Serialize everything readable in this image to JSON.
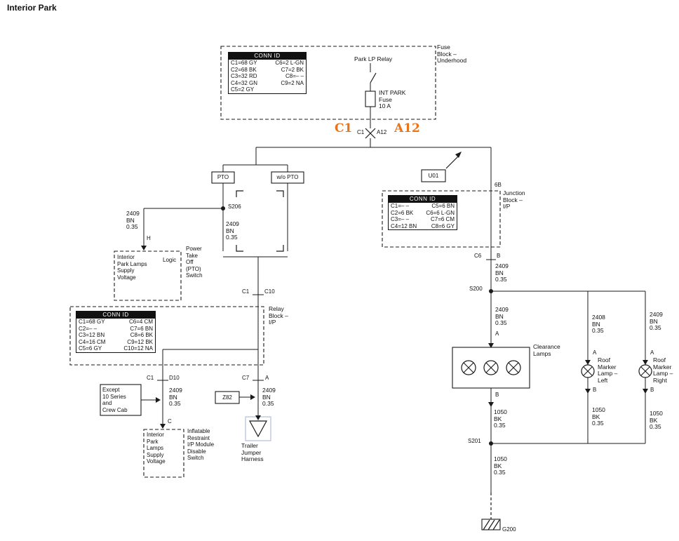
{
  "title": "Interior Park",
  "colors": {
    "accent": "#e8731a",
    "line": "#1a1a1a",
    "highlight_box": "#b3bfd9"
  },
  "fuse_block": {
    "block_label": "Fuse\nBlock –\nUnderhood",
    "conn_header": "CONN ID",
    "conn_rows": [
      {
        "l": "C1=68 GY",
        "r": "C6=2 L-GN"
      },
      {
        "l": "C2=68 BK",
        "r": "C7=2 BK"
      },
      {
        "l": "C3=32 RD",
        "r": "C8=– –"
      },
      {
        "l": "C4=32 GN",
        "r": "C9=2 NA"
      },
      {
        "l": "C5=2 GY",
        "r": ""
      }
    ],
    "relay_label": "Park LP Relay",
    "fuse_label": "INT PARK\nFuse\n10 A"
  },
  "main_connector": {
    "big_left": "C1",
    "pin_left": "C1",
    "pin_right": "A12",
    "big_right": "A12"
  },
  "left": {
    "pto": "PTO",
    "wo_pto": "w/o PTO",
    "s206": "S206",
    "h_pin": "H",
    "supply_box1": "Interior\nPark Lamps\nSupply\nVoltage",
    "logic": "Logic",
    "pto_switch": "Power\nTake\nOff\n(PTO)\nSwitch",
    "conn_c1": "C1",
    "conn_c10": "C10",
    "relay_block": "Relay\nBlock –\nI/P",
    "relay_conn_header": "CONN ID",
    "relay_conn_rows": [
      {
        "l": "C1=68 GY",
        "r": "C6=4 CM"
      },
      {
        "l": "C2=– –",
        "r": "C7=6 BN"
      },
      {
        "l": "C3=12 BN",
        "r": "C8=6 BK"
      },
      {
        "l": "C4=16 CM",
        "r": "C9=12 BK"
      },
      {
        "l": "C5=6 GY",
        "r": "C10=12 NA"
      }
    ],
    "conn_c1b": "C1",
    "conn_d10": "D10",
    "except_box": "Except\n10 Series\nand\nCrew Cab",
    "c_pin": "C",
    "supply_box2": "Interior\nPark\nLamps\nSupply\nVoltage",
    "ir_switch": "Inflatable\nRestraint\nI/P Module\nDisable\nSwitch",
    "conn_c7": "C7",
    "conn_a": "A",
    "z82": "Z82",
    "trailer": "Trailer\nJumper\nHarness"
  },
  "right": {
    "u01": "U01",
    "pin_6b": "6B",
    "junction_label": "Junction\nBlock –\nI/P",
    "junction_conn_header": "CONN ID",
    "junction_conn_rows": [
      {
        "l": "C1=– –",
        "r": "C5=6 BN"
      },
      {
        "l": "C2=6 BK",
        "r": "C6=6 L-GN"
      },
      {
        "l": "C3=– –",
        "r": "C7=6 CM"
      },
      {
        "l": "C4=12 BN",
        "r": "C8=6 GY"
      }
    ],
    "conn_c6": "C6",
    "conn_b": "B",
    "s200": "S200",
    "pin_a1": "A",
    "clearance": "Clearance\nLamps",
    "pin_b1": "B",
    "s201": "S201",
    "pin_a2": "A",
    "pin_b2": "B",
    "roof_left": "Roof\nMarker\nLamp –\nLeft",
    "pin_a3": "A",
    "pin_b3": "B",
    "roof_right": "Roof\nMarker\nLamp –\nRight",
    "g200": "G200"
  },
  "wires": {
    "bn2409": "2409\nBN\n0.35",
    "bn2408": "2408\nBN\n0.35",
    "bk1050": "1050\nBK\n0.35"
  }
}
